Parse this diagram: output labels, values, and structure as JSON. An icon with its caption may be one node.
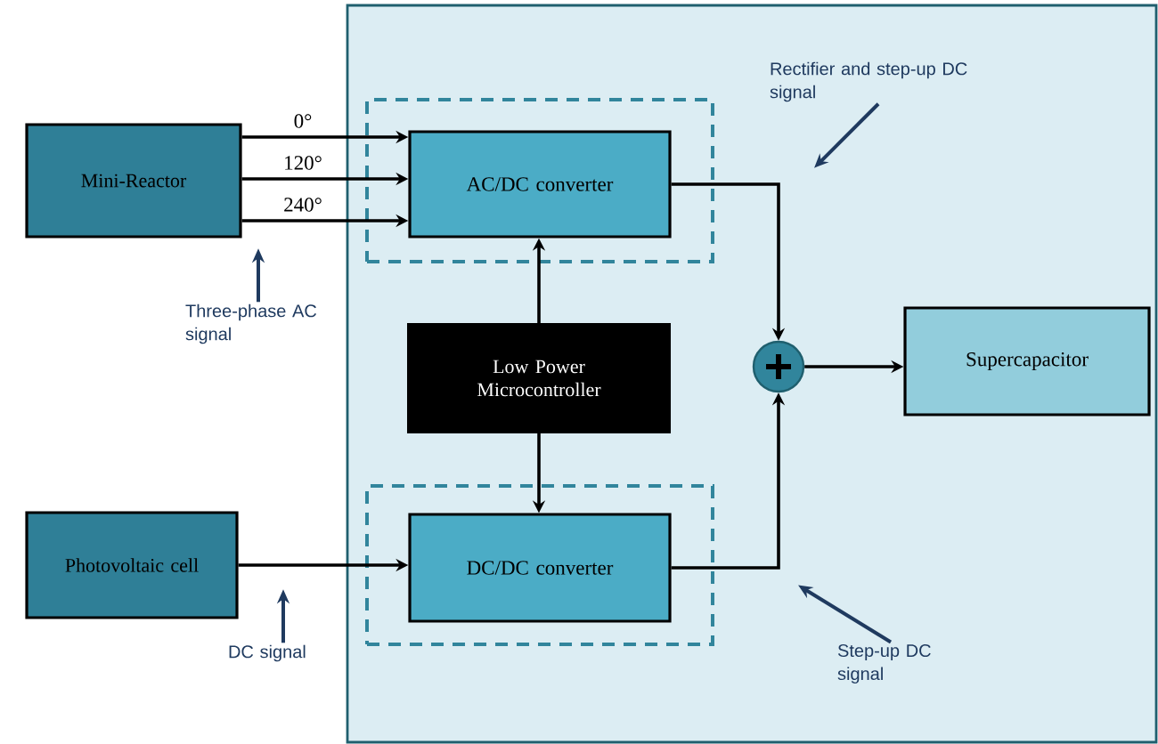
{
  "diagram": {
    "nodes": [
      {
        "text": [],
        "shape": "box"
      },
      {
        "text": [
          "Mini-Reactor"
        ]
      },
      {
        "text": [],
        "shape": "box",
        "in": 0
      },
      {
        "text": [
          "AC/DC converter"
        ],
        "in": 2
      },
      {
        "text": [
          "Low Power Microcontroller"
        ],
        "in": 0
      },
      {
        "text": [],
        "shape": "box",
        "in": 0
      },
      {
        "text": [
          "DC/DC converter"
        ],
        "in": 5
      },
      {
        "text": [],
        "shape": "circle",
        "in": 0
      },
      {
        "text": [
          "Supercapacitor"
        ],
        "in": 0
      },
      {
        "text": [
          "Photovoltaic cell"
        ]
      },
      {
        "text": [
          "Three-phase AC signal"
        ]
      },
      {
        "text": [
          "DC signal"
        ]
      },
      {
        "text": [
          "Rectifier and step-up DC signal"
        ],
        "in": 0
      },
      {
        "text": [
          "Step-up DC signal"
        ],
        "in": 0
      }
    ],
    "edges": [
      {
        "from": 1,
        "to": 3,
        "arrow": "to",
        "label": "0°"
      },
      {
        "from": 1,
        "to": 3,
        "arrow": "to",
        "label": "120°"
      },
      {
        "from": 1,
        "to": 3,
        "arrow": "to",
        "label": "240°"
      },
      {
        "from": 4,
        "to": 3,
        "arrow": "to"
      },
      {
        "from": 4,
        "to": 6,
        "arrow": "to"
      },
      {
        "from": 9,
        "to": 6,
        "arrow": "to"
      },
      {
        "from": 3,
        "to": 7,
        "arrow": "to"
      },
      {
        "from": 6,
        "to": 7,
        "arrow": "to"
      },
      {
        "from": 7,
        "to": 8,
        "arrow": "to"
      },
      {
        "from": 10,
        "to": null,
        "arrow": "to",
        "color": "#1f3a5f"
      },
      {
        "from": 11,
        "to": null,
        "arrow": "to",
        "color": "#1f3a5f"
      },
      {
        "from": 12,
        "to": null,
        "arrow": "to",
        "color": "#1f3a5f"
      },
      {
        "from": 13,
        "to": null,
        "arrow": "to",
        "color": "#1f3a5f"
      }
    ]
  }
}
